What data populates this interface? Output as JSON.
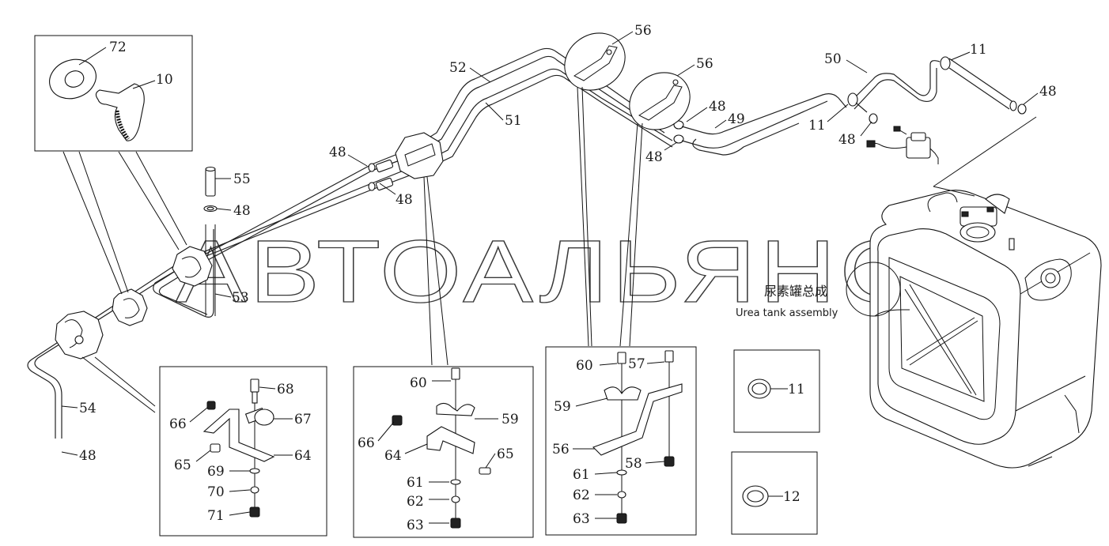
{
  "watermark": "АВТОАЛЬЯНС",
  "assembly": {
    "name_cn": "尿素罐总成",
    "name_en": "Urea tank assembly"
  },
  "callouts": {
    "c72": "72",
    "c10": "10",
    "c55": "55",
    "c48a": "48",
    "c53": "53",
    "c54": "54",
    "c48b": "48",
    "c48c": "48",
    "c48d": "48",
    "c52": "52",
    "c51": "51",
    "c56a": "56",
    "c56b": "56",
    "c48e": "48",
    "c49": "49",
    "c48f": "48",
    "c50": "50",
    "c11a": "11",
    "c11b": "11",
    "c48g": "48",
    "c48h": "48"
  },
  "detail_a": {
    "c68": "68",
    "c66": "66",
    "c67": "67",
    "c65": "65",
    "c64": "64",
    "c69": "69",
    "c70": "70",
    "c71": "71"
  },
  "detail_b": {
    "c60": "60",
    "c59": "59",
    "c66": "66",
    "c64": "64",
    "c65": "65",
    "c61": "61",
    "c62": "62",
    "c63": "63"
  },
  "detail_c": {
    "c60": "60",
    "c57": "57",
    "c59": "59",
    "c56": "56",
    "c58": "58",
    "c61": "61",
    "c62": "62",
    "c63": "63"
  },
  "detail_d": {
    "c11": "11"
  },
  "detail_e": {
    "c12": "12"
  }
}
